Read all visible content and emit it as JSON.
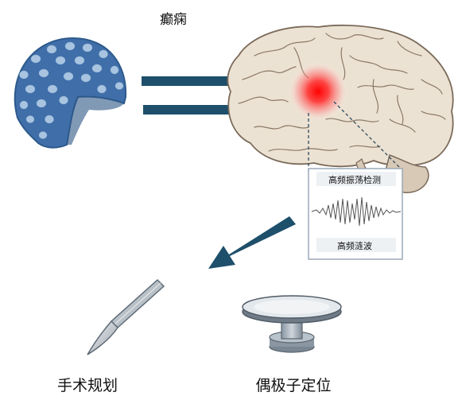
{
  "title": "癫痫",
  "hfo_box": {
    "detect_label": "高频振荡检测",
    "filter_label": "高频涟波"
  },
  "outcomes": {
    "surgery_label": "手术规划",
    "dipole_label": "偶极子定位"
  },
  "icons": {
    "eeg_cap": "eeg-cap-icon",
    "brain": "brain-icon",
    "focus": "epileptic-focus-icon",
    "scalpel": "scalpel-icon",
    "dipole": "dipole-pedestal-icon"
  },
  "colors": {
    "cap_fill": "#3f6ea9",
    "cap_dots": "#a8c4e0",
    "arrow": "#1e4f6b",
    "brain_fill": "#ece2d3",
    "focus_core": "#ff1a1a",
    "panel_border": "#9aa9b8",
    "signal": "#555555"
  }
}
